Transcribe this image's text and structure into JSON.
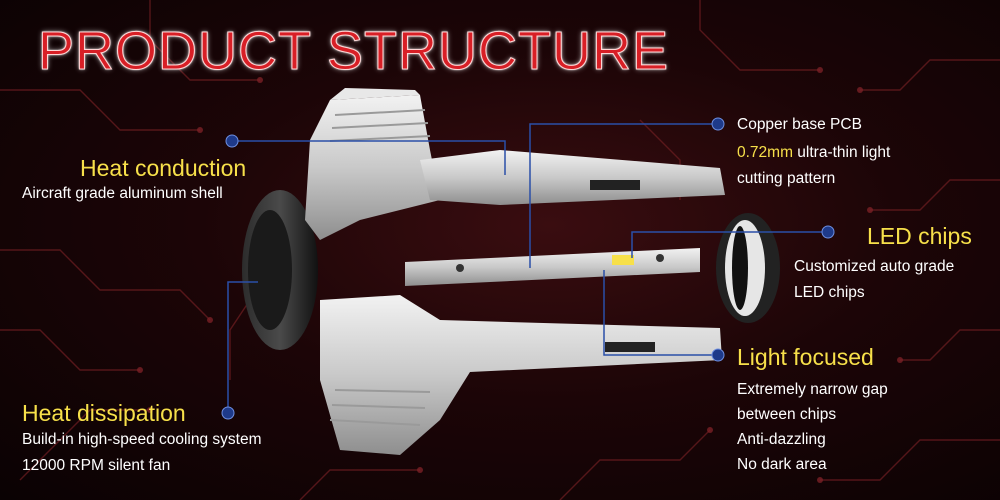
{
  "title": "PRODUCT STRUCTURE",
  "colors": {
    "title": "#d81f26",
    "heading": "#f7e04a",
    "text": "#ffffff",
    "dot": "#1e3a8a",
    "line": "#2a4fa8"
  },
  "features": {
    "heat_conduction": {
      "heading": "Heat conduction",
      "lines": [
        "Aircraft grade aluminum shell"
      ]
    },
    "heat_dissipation": {
      "heading": "Heat dissipation",
      "lines": [
        "Build-in high-speed cooling system",
        "12000 RPM silent fan"
      ]
    },
    "copper_pcb": {
      "line1": "Copper base PCB",
      "highlight": "0.72mm",
      "line2_rest": " ultra-thin light",
      "line3": "cutting pattern"
    },
    "led_chips": {
      "heading": "LED chips",
      "lines": [
        "Customized auto grade",
        "LED chips"
      ]
    },
    "light_focused": {
      "heading": "Light focused",
      "lines": [
        "Extremely narrow gap",
        "between chips",
        "Anti-dazzling",
        "No dark area"
      ]
    }
  }
}
